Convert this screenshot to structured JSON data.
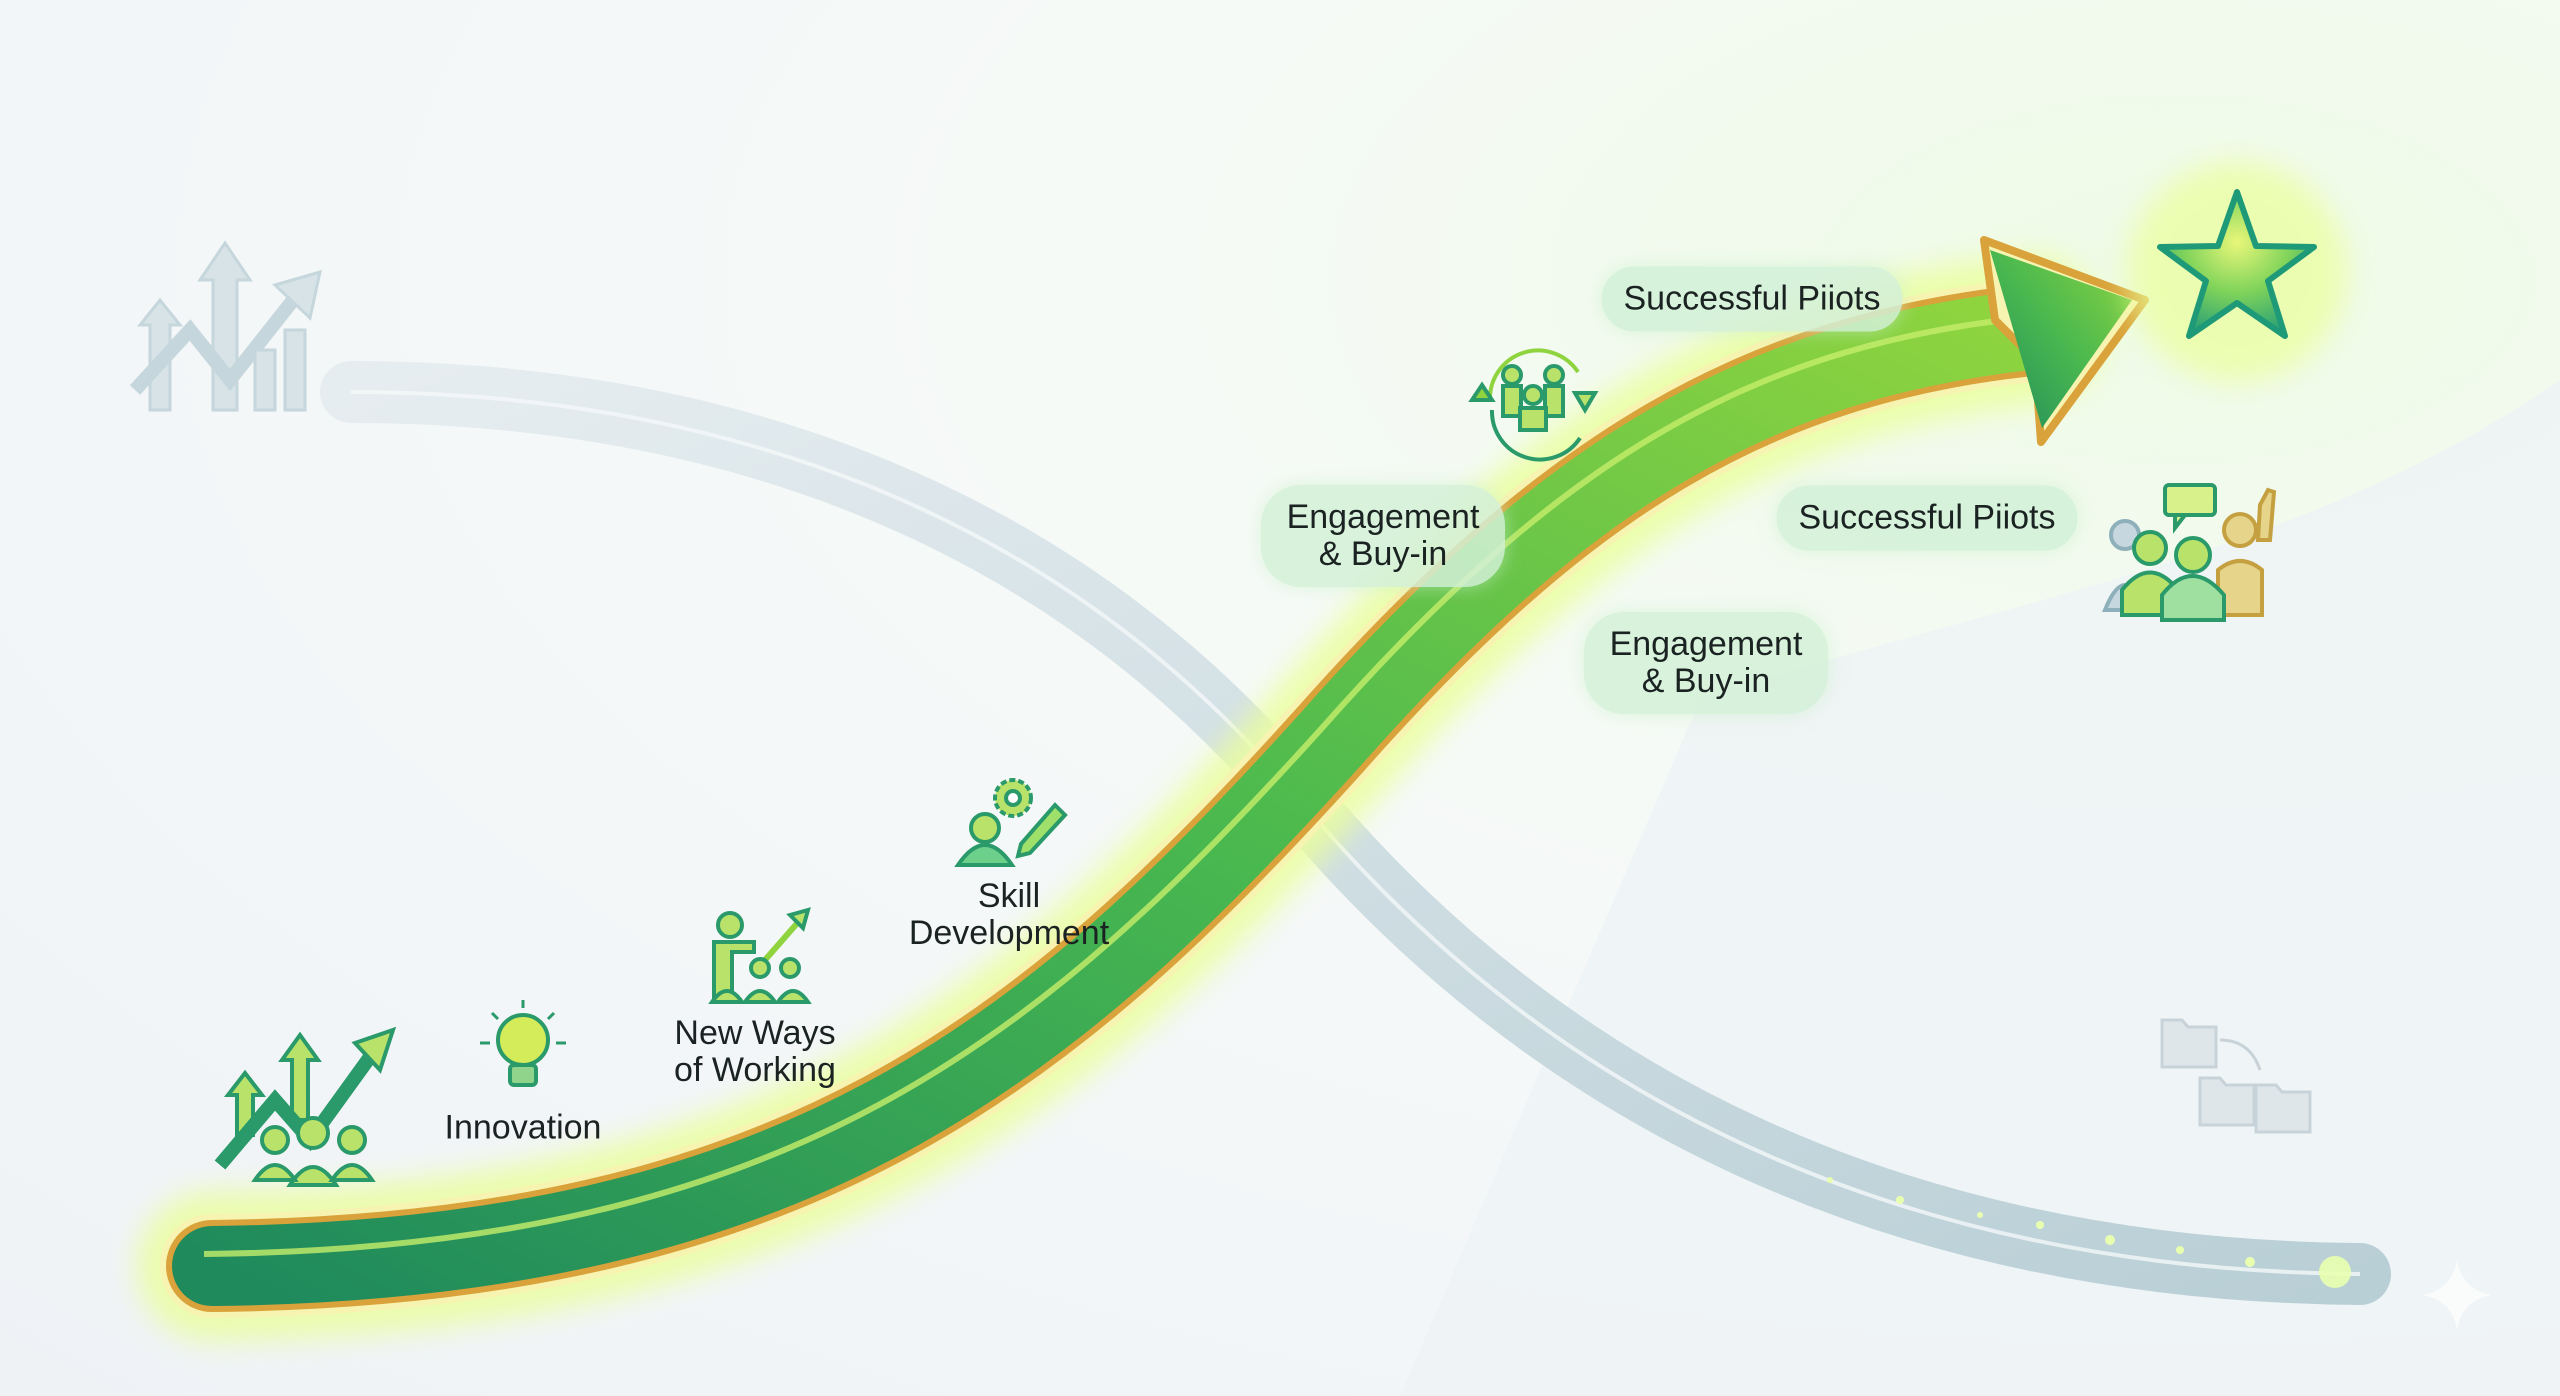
{
  "labels": {
    "successful_pilots_top": "Successful Piiots",
    "engagement_left": "Engagement & Buy-in",
    "successful_pilots_right": "Successful Piiots",
    "engagement_lower": "Engagement & Buy-in",
    "skill_development": "Skill Development",
    "new_ways_of_working": "New Ways of Working",
    "innovation": "Innovation"
  },
  "colors": {
    "arrow_green": "#2e9e5e",
    "arrow_light": "#8fd43f",
    "arrow_border": "#d9a23a",
    "declining_curve": "#c9d8de",
    "star": "#5cc96a"
  }
}
